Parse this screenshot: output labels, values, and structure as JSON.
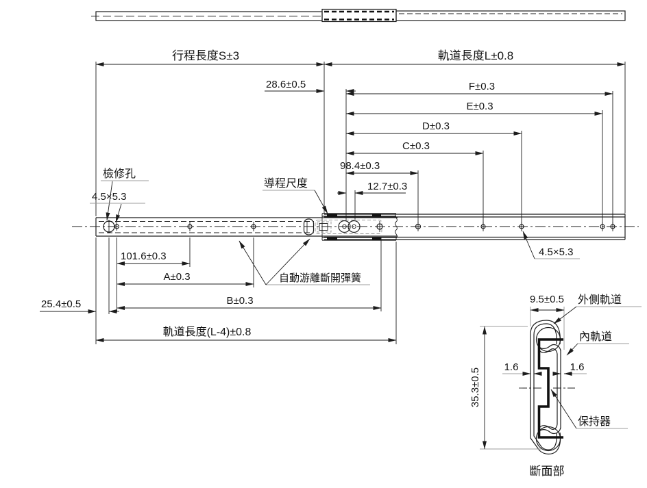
{
  "drawing": {
    "title_caption": "斷面部",
    "top_dims": {
      "stroke_length": "行程長度S±3",
      "rail_length": "軌道長度L±0.8"
    },
    "right_dims": {
      "d28": "28.6±0.5",
      "f": "F±0.3",
      "e": "E±0.3",
      "d": "D±0.3",
      "c": "C±0.3",
      "d98": "98.4±0.3",
      "d12": "12.7±0.3",
      "slot": "4.5×5.3"
    },
    "left_labels": {
      "inspection_hole": "檢修孔",
      "slot": "4.5×5.3",
      "lead": "導程尺度",
      "spring": "自動游離斷開彈簧"
    },
    "bottom_dims": {
      "d101": "101.6±0.3",
      "a": "A±0.3",
      "b": "B±0.3",
      "d25": "25.4±0.5",
      "l4": "軌道長度(L-4)±0.8"
    },
    "section": {
      "w": "9.5±0.5",
      "outer_rail": "外側軌道",
      "inner_rail": "內軌道",
      "h": "35.3±0.5",
      "t_left": "1.6",
      "t_right": "1.6",
      "retainer": "保持器",
      "caption": "斷面部"
    },
    "colors": {
      "line": "#1c1c1c",
      "gray_ext": "#9c9c9c",
      "background": "#ffffff"
    }
  }
}
